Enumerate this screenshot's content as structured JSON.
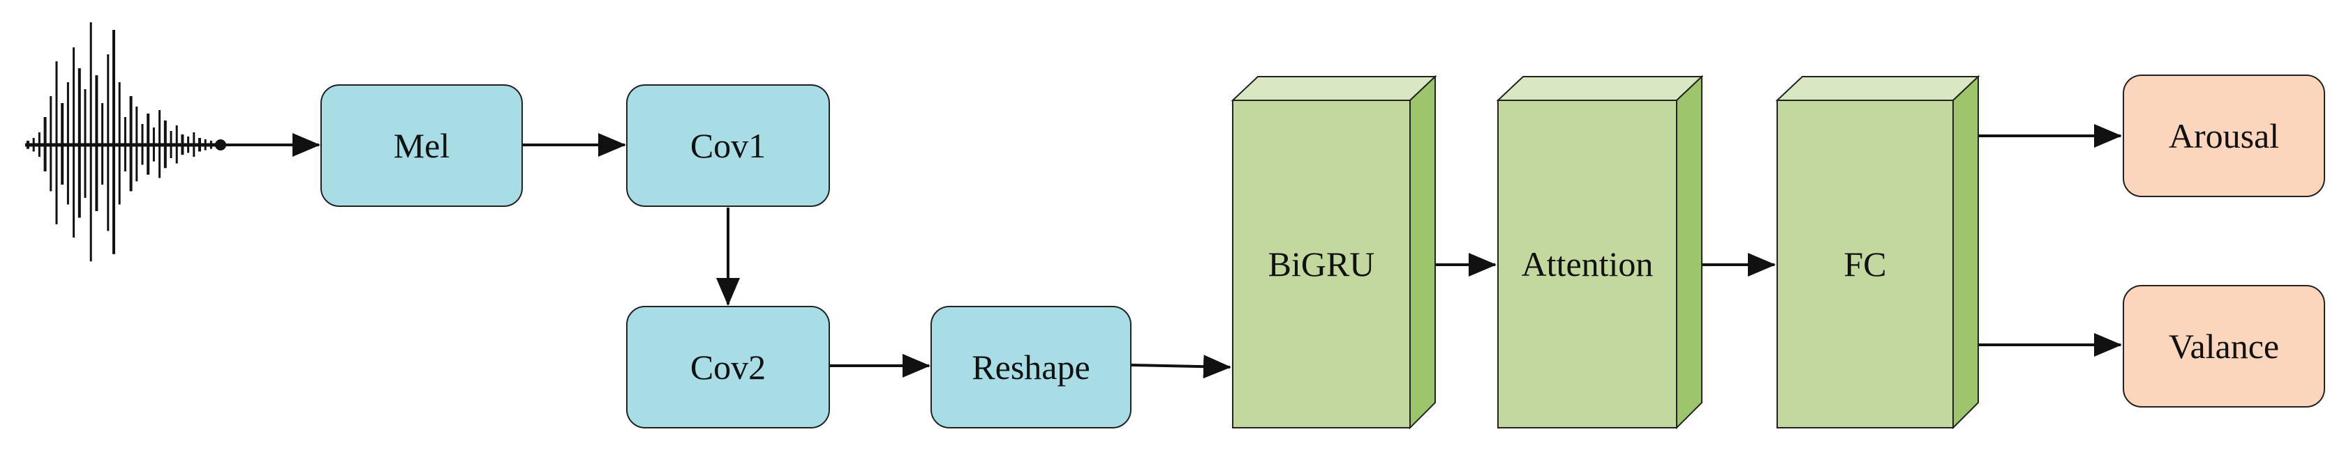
{
  "input": {
    "icon": "audio-waveform-icon"
  },
  "blocks": {
    "mel": "Mel",
    "cov1": "Cov1",
    "cov2": "Cov2",
    "reshape": "Reshape",
    "bigru": "BiGRU",
    "attention": "Attention",
    "fc": "FC",
    "arousal": "Arousal",
    "valance": "Valance"
  },
  "colors": {
    "blue_block": "#a8dde6",
    "green_front": "#c2d89e",
    "green_top": "#d9e8c2",
    "green_side": "#9cc56c",
    "orange_block": "#fbd6bc",
    "stroke": "#222222"
  }
}
